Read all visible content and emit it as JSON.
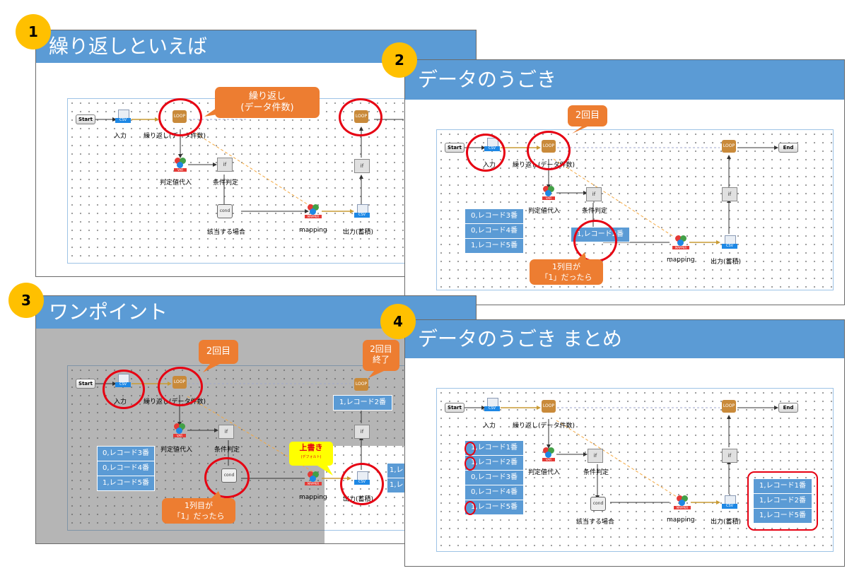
{
  "slides": [
    {
      "number": "1",
      "title": "繰り返しといえば"
    },
    {
      "number": "2",
      "title": "データのうごき"
    },
    {
      "number": "3",
      "title": "ワンポイント"
    },
    {
      "number": "4",
      "title": "データのうごき まとめ"
    }
  ],
  "flow": {
    "start": "Start",
    "end": "End",
    "input": "入力",
    "loop": "繰り返し(データ件数)",
    "assign": "判定値代入",
    "judge": "条件判定",
    "case": "該当する場合",
    "mapping": "mapping",
    "output": "出力(蓄積)",
    "icon_csv": "CSV",
    "icon_var": "VAR",
    "icon_mapper": "MAPPER",
    "icon_loop": "LOOP",
    "icon_if": "if",
    "icon_cond": "cond"
  },
  "slide1": {
    "callout": "繰り返し\n(データ件数)"
  },
  "slide2": {
    "callout_top": "2回目",
    "callout_bottom": "1列目が\n「1」だったら",
    "records": [
      "0,レコード3番",
      "0,レコード4番",
      "1,レコード5番"
    ],
    "moving_record": "1,レコード2番"
  },
  "slide3": {
    "callout_top": "2回目",
    "callout_right": "2回目\n終了",
    "callout_bottom": "1列目が\n「1」だったら",
    "overwrite": "上書き",
    "overwrite_sub": "(デフォルト)",
    "records": [
      "0,レコード3番",
      "0,レコード4番",
      "1,レコード5番"
    ],
    "loop_record": "1,レコード2番",
    "cut_records": [
      "1,レ",
      "1,レ"
    ]
  },
  "slide4": {
    "records": [
      "1,レコード1番",
      "1,レコード2番",
      "0,レコード3番",
      "0,レコード4番",
      "1,レコード5番"
    ],
    "results": [
      "1,レコード1番",
      "1,レコード2番",
      "1,レコード5番"
    ]
  },
  "colors": {
    "header": "#5b9bd5",
    "badge": "#ffc000",
    "callout": "#ed7d31",
    "ring": "#e60012"
  }
}
